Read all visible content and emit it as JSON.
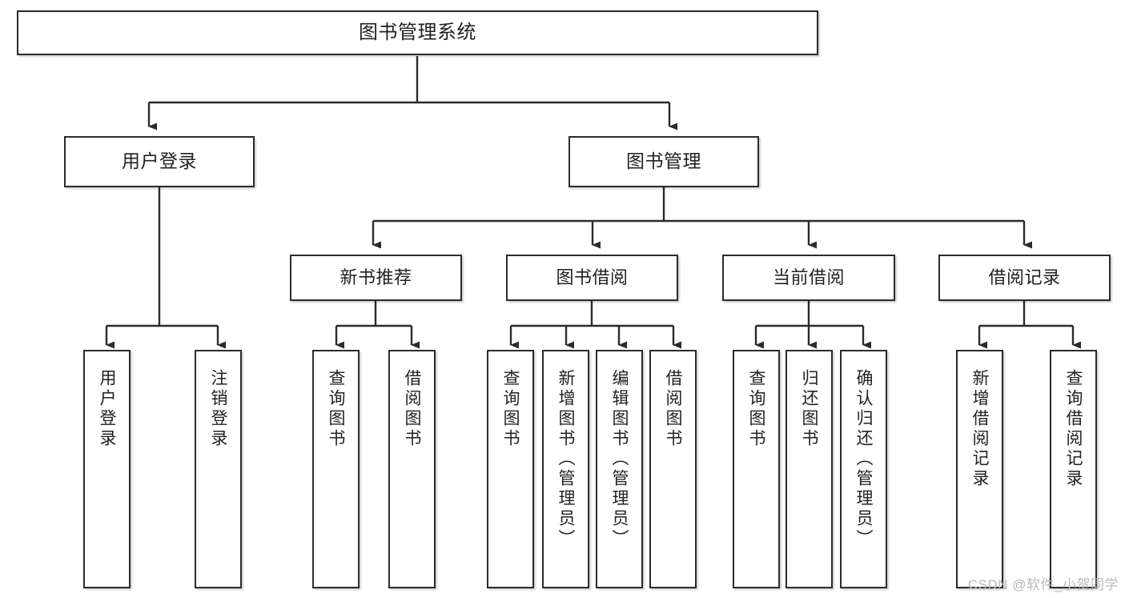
{
  "diagram": {
    "type": "hierarchy-tree",
    "title": "图书管理系统",
    "watermark": "CSDN @软件_小贺同学",
    "colors": {
      "box_border": "#2b2b2b",
      "box_fill": "#ffffff",
      "text": "#222222",
      "connector": "#2b2b2b",
      "watermark": "#b9b9b9",
      "background": "#ffffff"
    },
    "nodes": {
      "root": {
        "label": "图书管理系统"
      },
      "level2": [
        {
          "id": "user-login",
          "label": "用户登录"
        },
        {
          "id": "book-manage",
          "label": "图书管理"
        }
      ],
      "level3": [
        {
          "id": "new-book-recommend",
          "label": "新书推荐"
        },
        {
          "id": "book-borrow",
          "label": "图书借阅"
        },
        {
          "id": "current-borrow",
          "label": "当前借阅"
        },
        {
          "id": "borrow-record",
          "label": "借阅记录"
        }
      ],
      "leaves": {
        "user-login": [
          {
            "id": "leaf-user-login",
            "label": "用户登录"
          },
          {
            "id": "leaf-logout",
            "label": "注销登录"
          }
        ],
        "new-book-recommend": [
          {
            "id": "leaf-query-book-1",
            "label": "查询图书"
          },
          {
            "id": "leaf-borrow-book-1",
            "label": "借阅图书"
          }
        ],
        "book-borrow": [
          {
            "id": "leaf-query-book-2",
            "label": "查询图书"
          },
          {
            "id": "leaf-add-book",
            "label": "新增图书（管理员）"
          },
          {
            "id": "leaf-edit-book",
            "label": "编辑图书（管理员）"
          },
          {
            "id": "leaf-borrow-book-2",
            "label": "借阅图书"
          }
        ],
        "current-borrow": [
          {
            "id": "leaf-query-book-3",
            "label": "查询图书"
          },
          {
            "id": "leaf-return-book",
            "label": "归还图书"
          },
          {
            "id": "leaf-confirm-return",
            "label": "确认归还（管理员）"
          }
        ],
        "borrow-record": [
          {
            "id": "leaf-add-record",
            "label": "新增借阅记录"
          },
          {
            "id": "leaf-query-record",
            "label": "查询借阅记录"
          }
        ]
      }
    }
  }
}
